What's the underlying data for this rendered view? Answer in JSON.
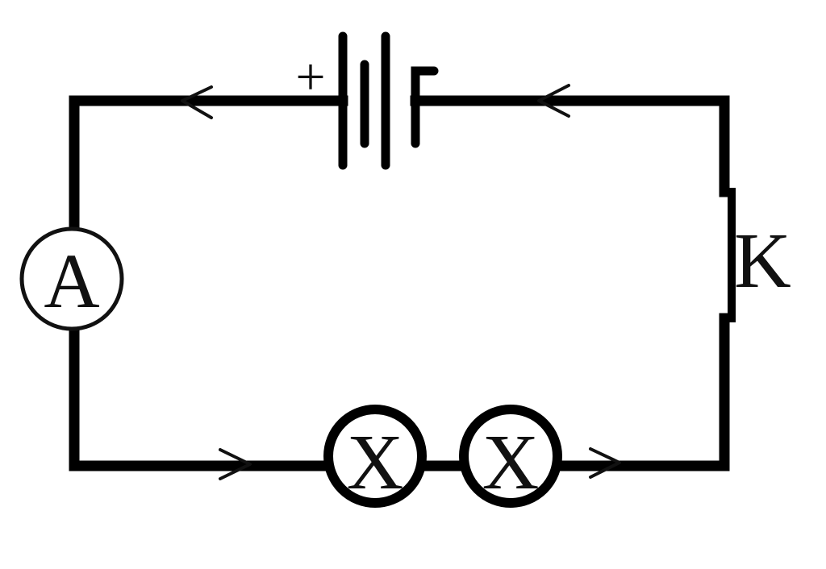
{
  "diagram": {
    "battery": {
      "positive_label": "+"
    },
    "ammeter": {
      "label": "A"
    },
    "switch": {
      "label": "K"
    },
    "lamps": [
      {
        "label": "X"
      },
      {
        "label": "X"
      }
    ],
    "colors": {
      "wire": "#000000",
      "background": "#ffffff"
    }
  }
}
